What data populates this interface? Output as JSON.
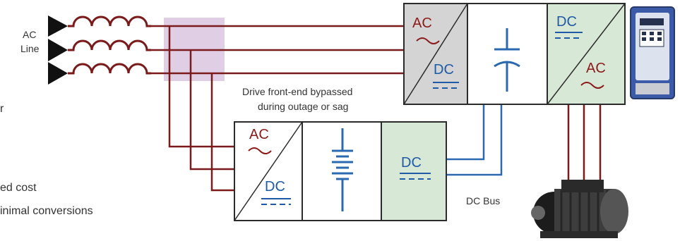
{
  "labels": {
    "ac_line": [
      "AC",
      "Line"
    ],
    "bypass_note": [
      "Drive front-end bypassed",
      "during outage or sag"
    ],
    "dc_bus": "DC Bus",
    "cut_line_1": "r",
    "cut_line_2": "ed cost",
    "cut_line_3": "inimal conversions"
  },
  "converters": {
    "drive_rectifier": {
      "in": "AC",
      "out": "DC"
    },
    "drive_inverter": {
      "in": "DC",
      "out": "AC"
    },
    "ride_through_rectifier": {
      "in": "AC",
      "out": "DC"
    },
    "ride_through_dc_output": "DC"
  },
  "colors": {
    "ac_wire": "#7a1a1a",
    "dc_wire": "#2a68b0",
    "ac_text": "#8b1a1a",
    "dc_text": "#1f5aa6",
    "gray_fill": "#d4d4d4",
    "green_fill": "#d8e8d6",
    "bypass_highlight": "#d9c6df"
  },
  "icons": [
    "ac-source-triangle-icon",
    "inductor-coil-icon",
    "capacitor-icon",
    "battery-icon",
    "drive-cabinet-icon",
    "motor-icon"
  ]
}
